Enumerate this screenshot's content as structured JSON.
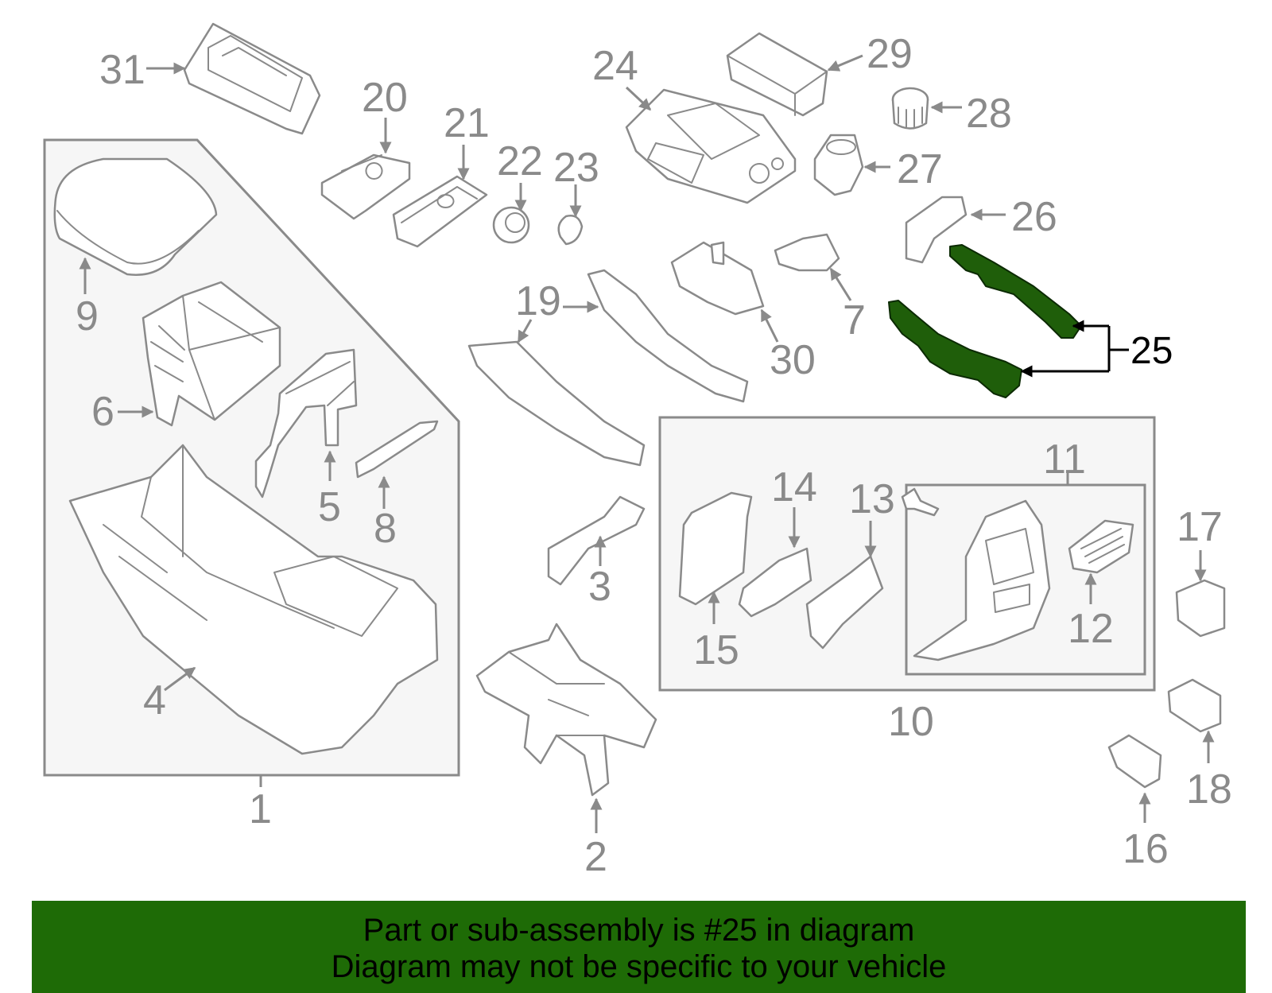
{
  "callouts": {
    "c1": "1",
    "c2": "2",
    "c3": "3",
    "c4": "4",
    "c5": "5",
    "c6": "6",
    "c7": "7",
    "c8": "8",
    "c9": "9",
    "c10": "10",
    "c11": "11",
    "c12": "12",
    "c13": "13",
    "c14": "14",
    "c15": "15",
    "c16": "16",
    "c17": "17",
    "c18": "18",
    "c19": "19",
    "c20": "20",
    "c21": "21",
    "c22": "22",
    "c23": "23",
    "c24": "24",
    "c25": "25",
    "c26": "26",
    "c27": "27",
    "c28": "28",
    "c29": "29",
    "c30": "30",
    "c31": "31"
  },
  "highlight": {
    "part_number": "25",
    "color": "#1f5e0a"
  },
  "banner": {
    "line1": "Part or sub-assembly is #25 in diagram",
    "line2": "Diagram may not be specific to your vehicle",
    "background": "#1e6b06"
  },
  "colors": {
    "outline": "#8a8a8a",
    "box_fill": "#f6f6f6"
  }
}
